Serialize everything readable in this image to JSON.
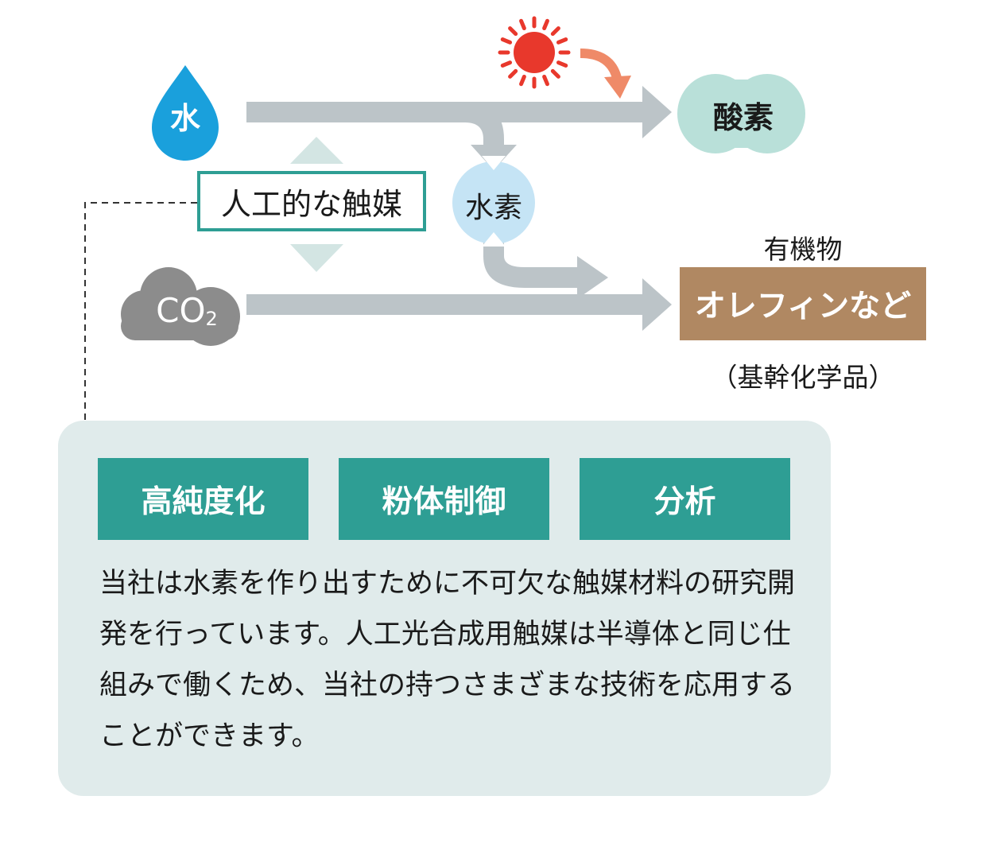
{
  "diagram": {
    "water_label": "水",
    "catalyst_label": "人工的な触媒",
    "hydrogen_label": "水素",
    "oxygen_label": "酸素",
    "co2_text": "CO",
    "co2_subscript": "2",
    "organic_label": "有機物",
    "olefin_label": "オレフィンなど",
    "basic_chem_label": "（基幹化学品）"
  },
  "tech_panel": {
    "buttons": [
      "高純度化",
      "粉体制御",
      "分析"
    ],
    "description": "当社は水素を作り出すために不可欠な触媒材料の研究開発を行っています。人工光合成用触媒は半導体と同じ仕組みで働くため、当社の持つさまざまな技術を応用することができます。"
  },
  "colors": {
    "teal": "#2e9e94",
    "arrow_gray": "#bcc4c8",
    "water_blue": "#1aa0dc",
    "hydrogen_blue": "#c5e4f5",
    "oxygen_mint": "#b9e0d9",
    "co2_gray": "#8c8c8c",
    "sun_red": "#e8382c",
    "sun_arrow": "#ef8a68",
    "olefin_brown": "#b08862",
    "panel_bg": "#e0ebeb",
    "light_triangle": "#d3e5e3"
  },
  "icons": [
    "water-drop-icon",
    "sun-icon",
    "cloud-icon",
    "flow-arrow-icon"
  ]
}
